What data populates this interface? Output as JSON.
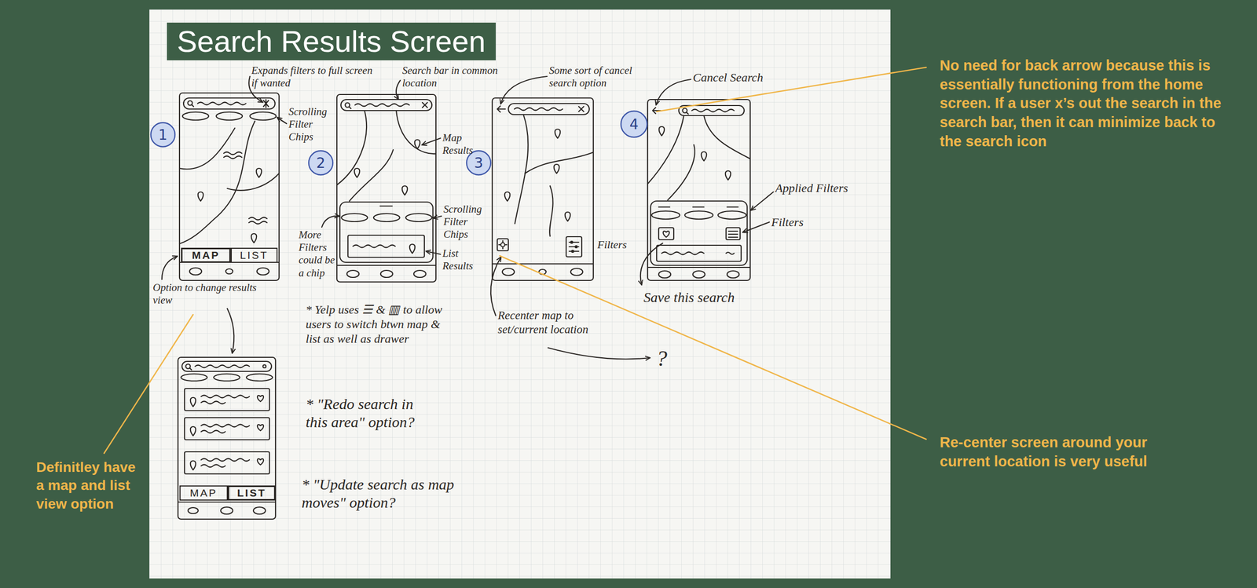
{
  "diagram": {
    "title": "Search Results Screen",
    "nodes": [
      {
        "text": [
          "1"
        ]
      },
      {
        "text": [
          "MAP"
        ]
      },
      {
        "text": [
          "LIST"
        ]
      },
      {
        "text": [
          "2"
        ]
      },
      {
        "text": [
          "3"
        ]
      },
      {
        "text": [
          "4"
        ]
      },
      {
        "text": [
          "MAP"
        ]
      },
      {
        "text": [
          "LIST"
        ]
      }
    ],
    "labels": [
      "Expands filters to full screen if wanted",
      "Scrolling Filter Chips",
      "Search bar in common location",
      "Map Results",
      "Scrolling Filter Chips",
      "More Filters could be a chip",
      "List Results",
      "Some sort of cancel search option",
      "Filters",
      "Cancel Search",
      "Applied Filters",
      "Filters",
      "Save this search",
      "Recenter map to set/current location",
      "?",
      "Option to change results view",
      "* Yelp uses ☰ & ▥ to allow users to switch btwn map & list as well as drawer",
      "* \"Redo search in this area\" option?",
      "* \"Update search as map moves\" option?",
      "No need for back arrow because this is essentially functioning from the home screen. If a user x’s out the search in the search bar, then it can minimize back to the search icon",
      "Re-center screen around your current location is very useful",
      "Definitley have a map and list view option"
    ]
  }
}
